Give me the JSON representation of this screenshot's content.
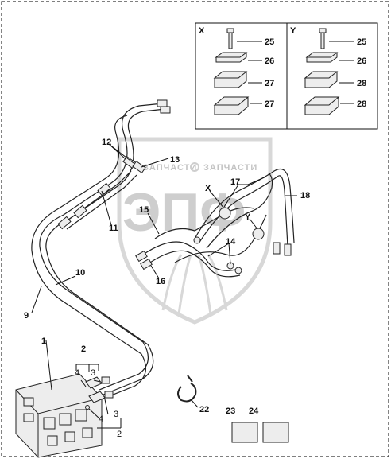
{
  "watermark": {
    "brand_left": "ЗАПЧАСТИ",
    "brand_right": "ЗАПЧАСТИ",
    "logo_text": "ЭПФ"
  },
  "inset": {
    "left_title": "X",
    "right_title": "Y",
    "left_callouts": [
      "25",
      "26",
      "27",
      "27"
    ],
    "right_callouts": [
      "25",
      "26",
      "28",
      "28"
    ]
  },
  "callouts": {
    "c1": "1",
    "c2_top": "2",
    "c2_bottom": "2",
    "c3_top": "3",
    "c3_bottom": "3",
    "c4_top": "4",
    "c4_bottom": "4",
    "c9": "9",
    "c10": "10",
    "c11": "11",
    "c12": "12",
    "c13": "13",
    "c14": "14",
    "c15": "15",
    "c16": "16",
    "c17": "17",
    "c18": "18",
    "c22": "22",
    "c23": "23",
    "c24": "24",
    "x_mark": "X",
    "y_mark": "Y"
  }
}
